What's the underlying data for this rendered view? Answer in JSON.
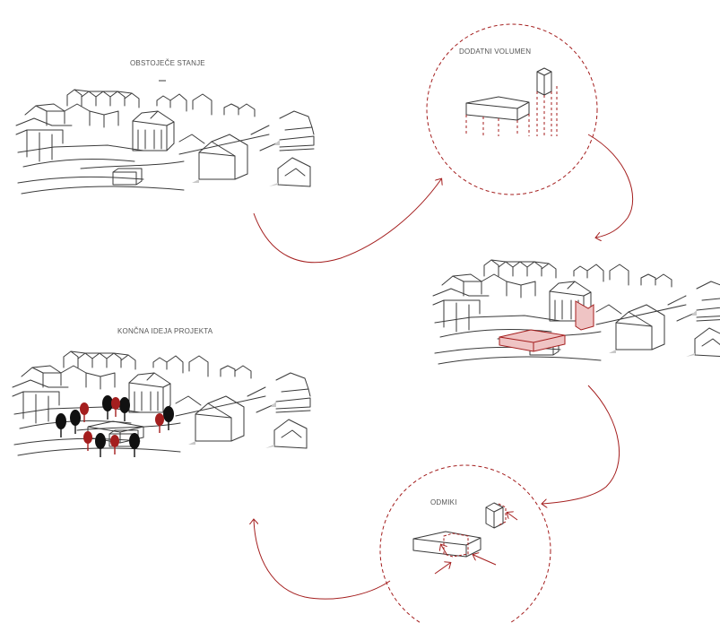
{
  "labels": {
    "existing_state": "OBSTOJEČE STANJE",
    "additional_volume": "DODATNI VOLUMEN",
    "final_idea": "KONČNA IDEJA PROJEKTA",
    "setbacks": "ODMIKI"
  },
  "colors": {
    "line": "#3a3a3a",
    "accent": "#a41e1e",
    "accent_fill": "#efc4c4",
    "shadow": "#c8c8c8",
    "tree_dark": "#111111",
    "tree_red": "#a41e1e"
  },
  "icons": [
    "tree-icon-black",
    "tree-icon-red",
    "arrow-head"
  ]
}
